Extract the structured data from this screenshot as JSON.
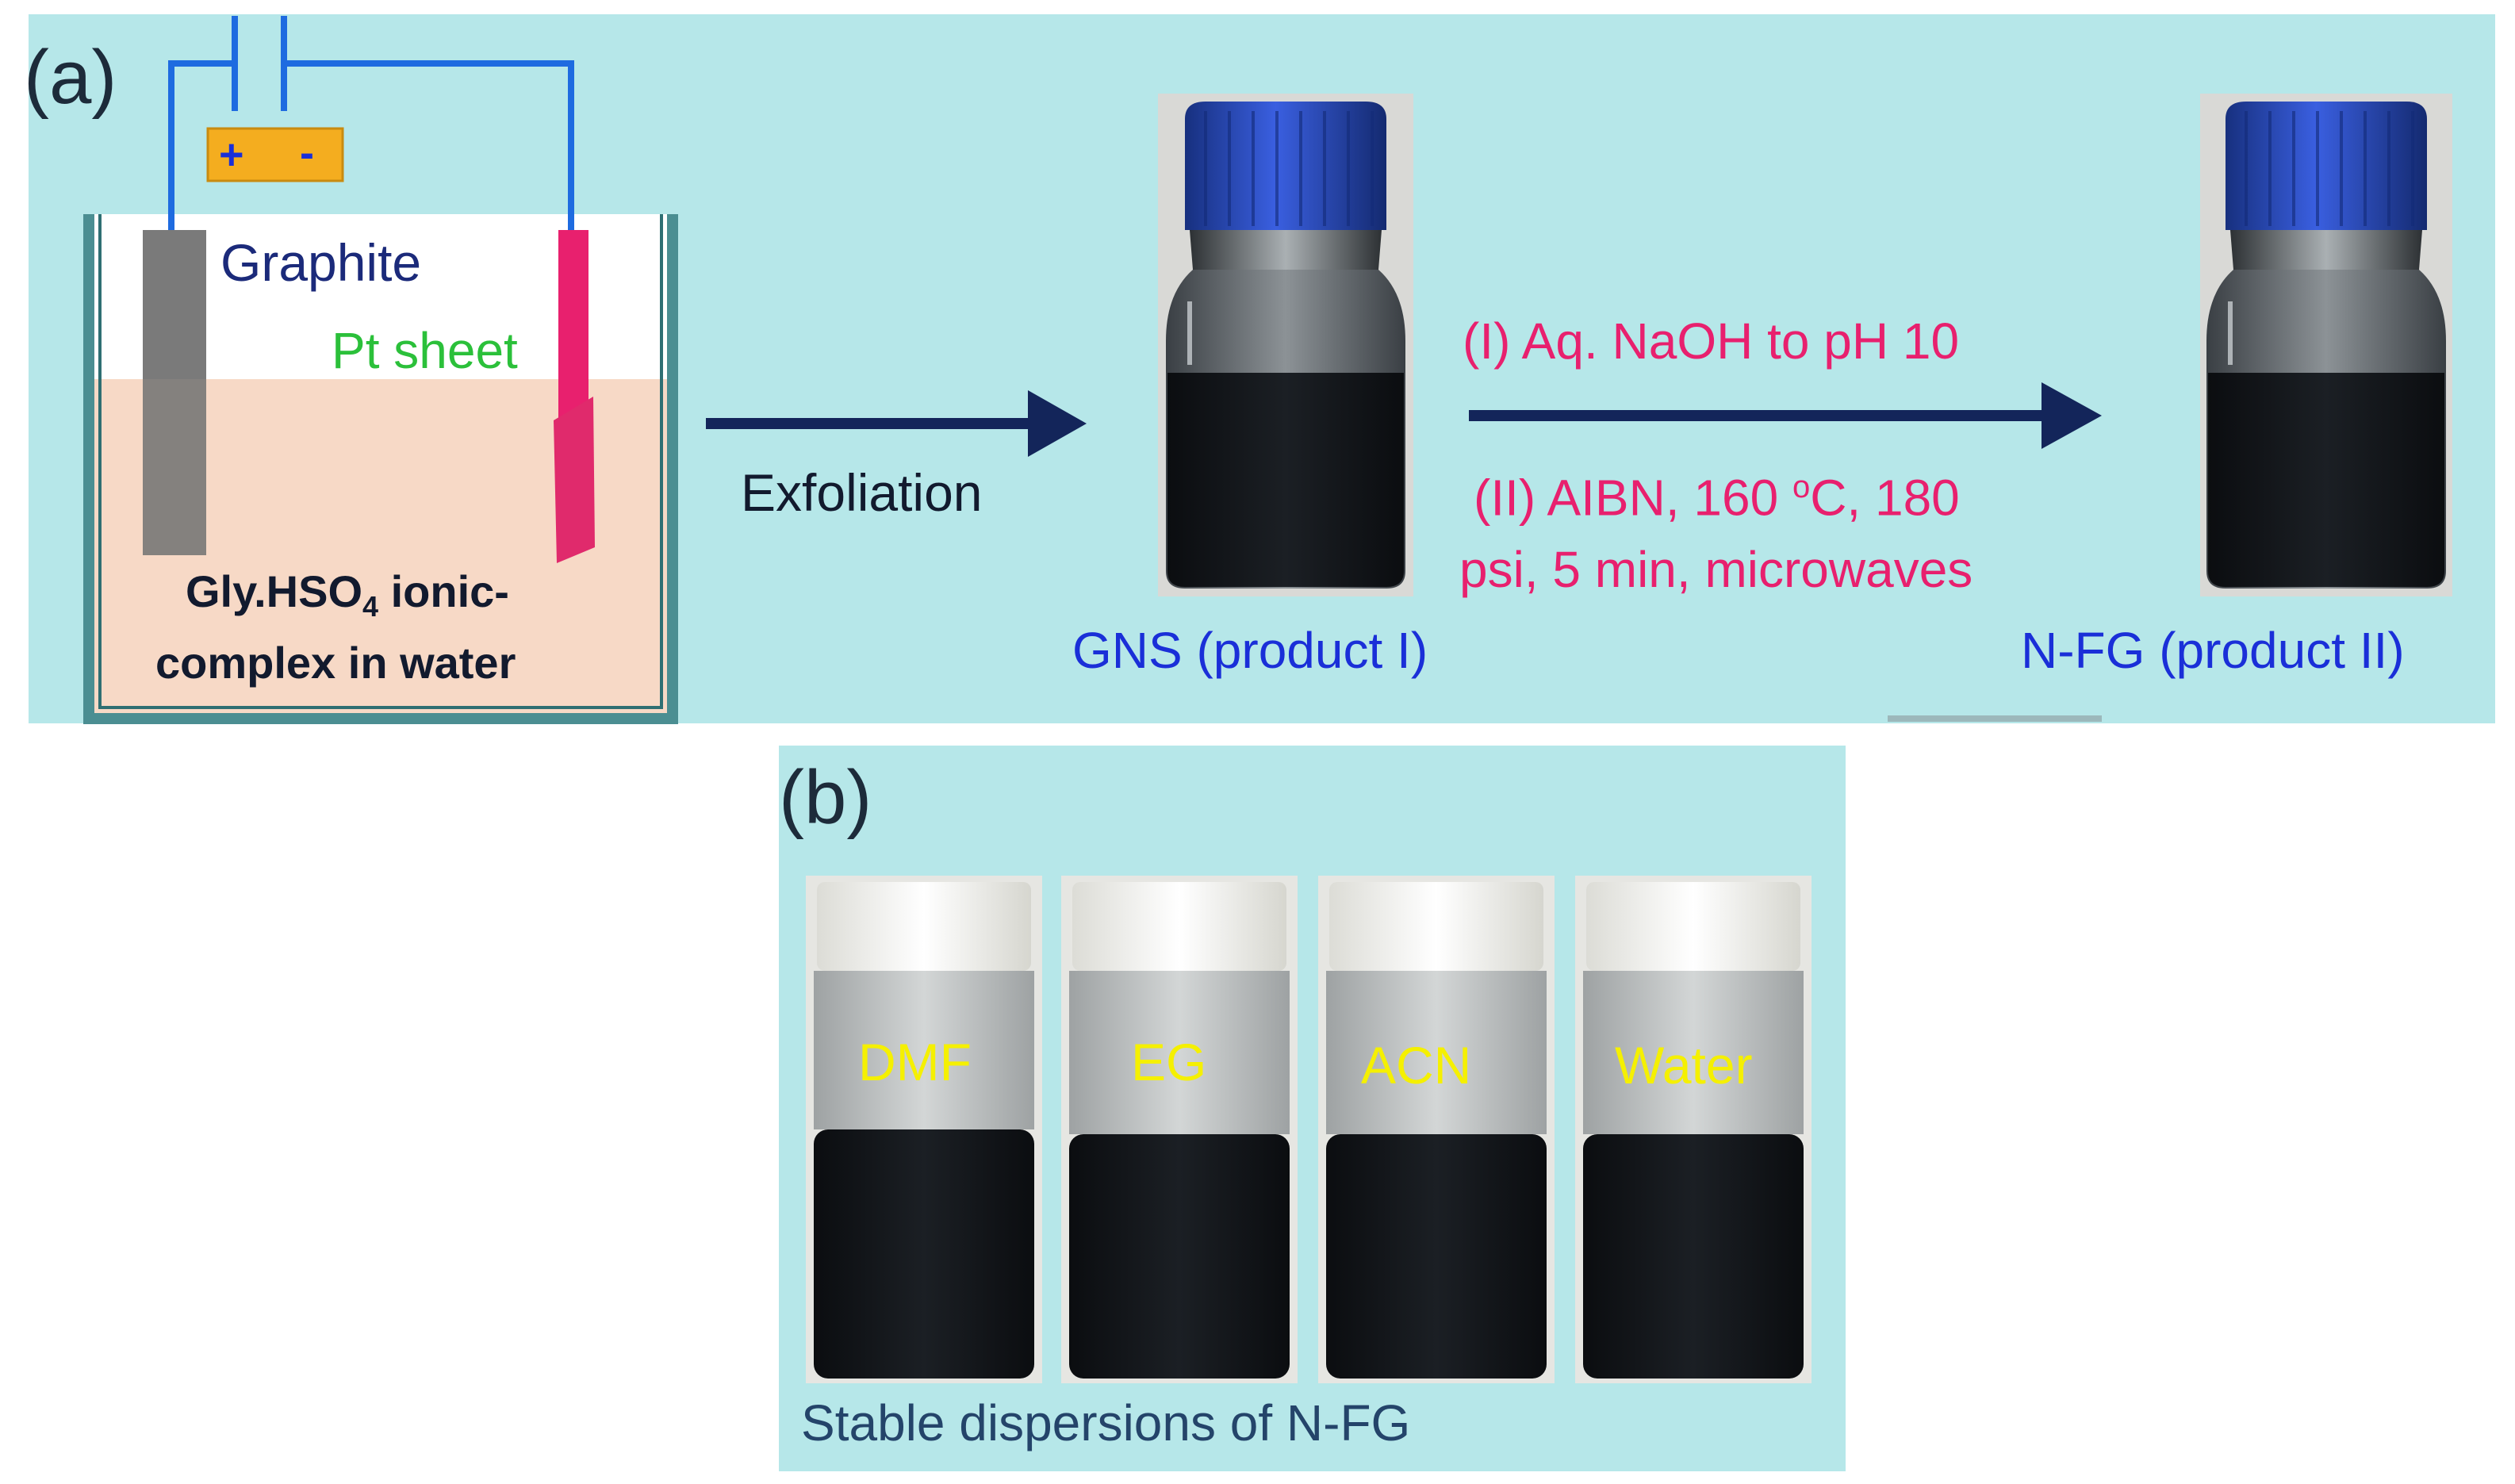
{
  "panel_a": {
    "label": "(a)",
    "battery": {
      "plus": "+",
      "minus": "-"
    },
    "graphite_label": "Graphite",
    "pt_label": "Pt sheet",
    "electrolyte": {
      "line1_prefix": "Gly.HSO",
      "line1_sub": "4",
      "line1_suffix": " ionic-",
      "line2": "complex in water"
    },
    "step1": "Exfoliation",
    "product1": "GNS (product I)",
    "step2": {
      "line1": "(I) Aq. NaOH to pH 10",
      "line2_prefix": "(II) AIBN, 160 ",
      "line2_sup": "o",
      "line2_suffix": "C, 180",
      "line3": "psi, 5 min, microwaves"
    },
    "product2": "N-FG (product II)"
  },
  "panel_b": {
    "label": "(b)",
    "vials": [
      "DMF",
      "EG",
      "ACN",
      "Water"
    ],
    "caption": "Stable dispersions of N-FG"
  },
  "colors": {
    "background": "#b6e7e9",
    "wire": "#1e6be0",
    "arrow": "#13255a",
    "pt_electrode": "#e8206e",
    "graphite": "#7a7a7a",
    "electrolyte": "#f7d9c6",
    "vial_liquid": "#111418",
    "cap_blue": "#1f3fb8",
    "cap_white": "#f3f3ef"
  }
}
